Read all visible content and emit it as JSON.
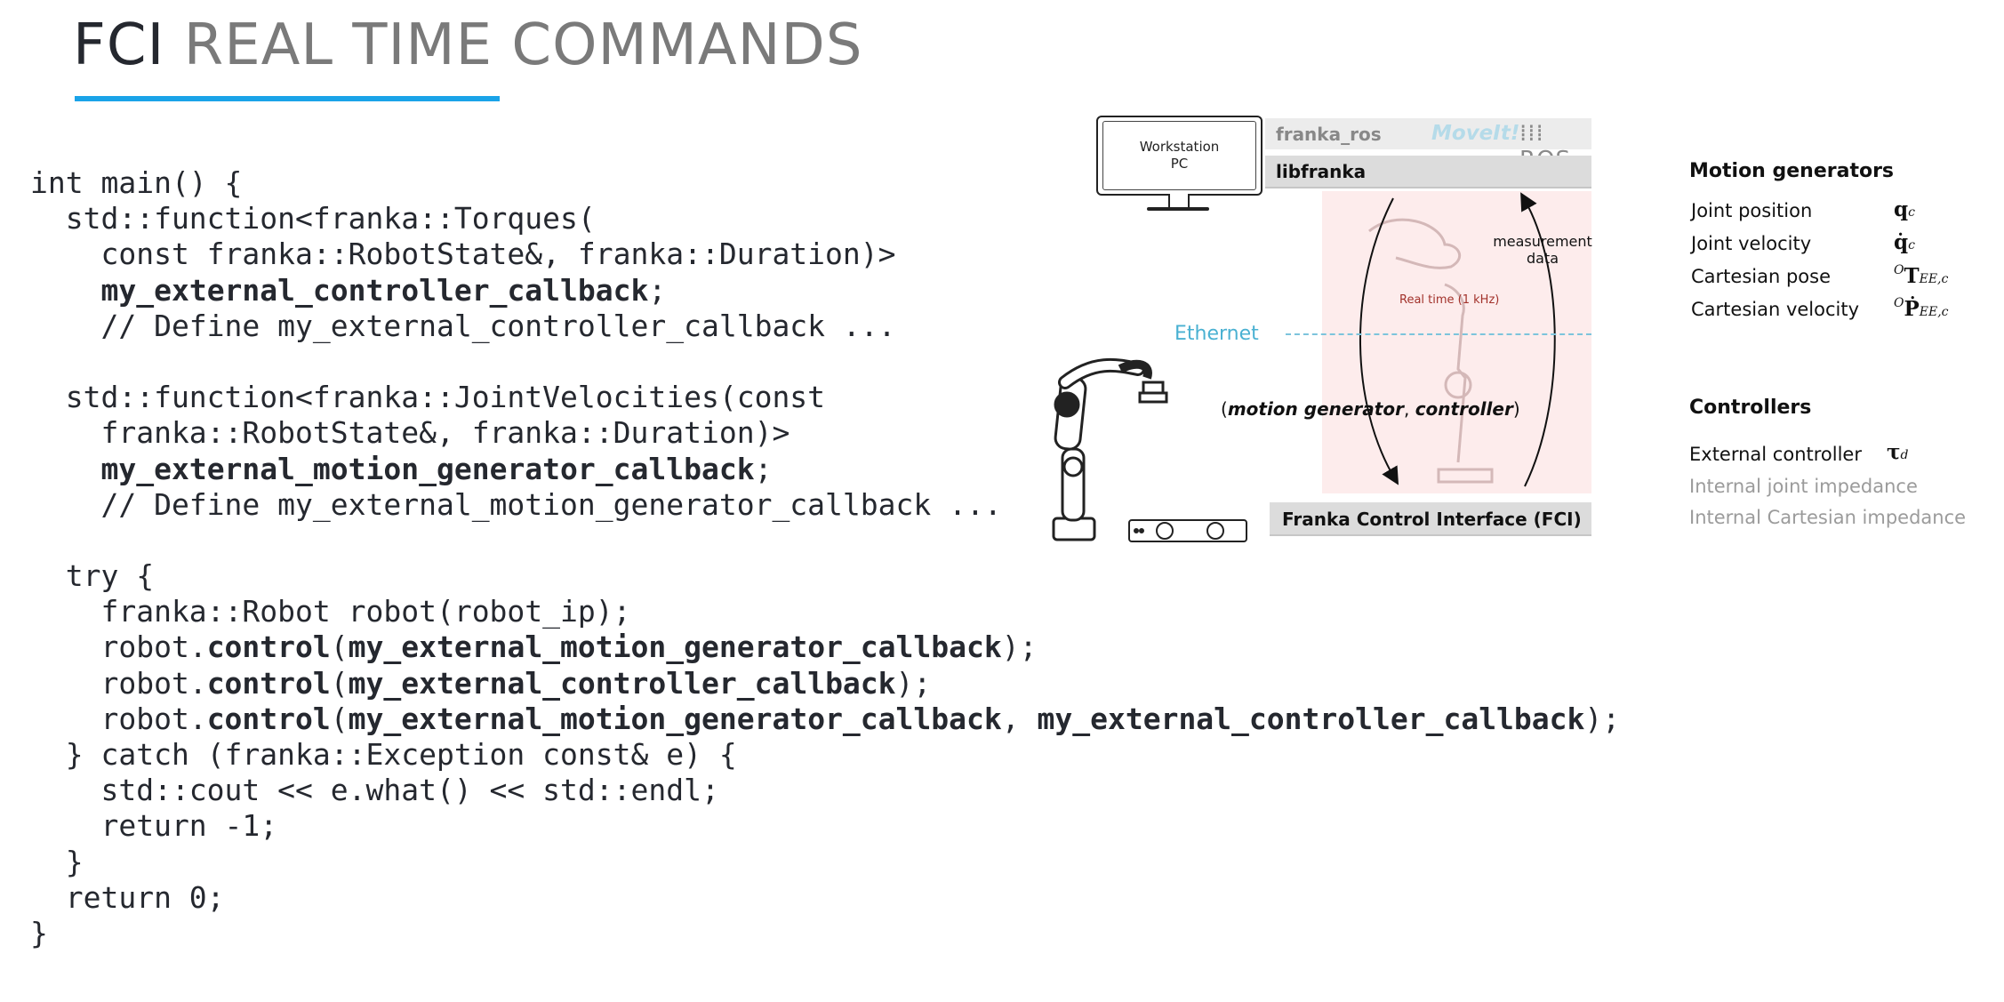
{
  "title": {
    "strong": "FCI",
    "rest": "REAL TIME COMMANDS"
  },
  "code": [
    [
      {
        "t": "int main() {"
      }
    ],
    [
      {
        "t": "  std::function<franka::Torques("
      }
    ],
    [
      {
        "t": "    const franka::RobotState&, franka::Duration)>"
      }
    ],
    [
      {
        "t": "    "
      },
      {
        "t": "my_external_controller_callback",
        "b": true
      },
      {
        "t": ";"
      }
    ],
    [
      {
        "t": "    // Define my_external_controller_callback ..."
      }
    ],
    [
      {
        "t": ""
      }
    ],
    [
      {
        "t": "  std::function<franka::JointVelocities(const"
      }
    ],
    [
      {
        "t": "    franka::RobotState&, franka::Duration)>"
      }
    ],
    [
      {
        "t": "    "
      },
      {
        "t": "my_external_motion_generator_callback",
        "b": true
      },
      {
        "t": ";"
      }
    ],
    [
      {
        "t": "    // Define my_external_motion_generator_callback ..."
      }
    ],
    [
      {
        "t": ""
      }
    ],
    [
      {
        "t": "  try {"
      }
    ],
    [
      {
        "t": "    franka::Robot robot(robot_ip);"
      }
    ],
    [
      {
        "t": "    robot."
      },
      {
        "t": "control",
        "b": true
      },
      {
        "t": "("
      },
      {
        "t": "my_external_motion_generator_callback",
        "b": true
      },
      {
        "t": ");"
      }
    ],
    [
      {
        "t": "    robot."
      },
      {
        "t": "control",
        "b": true
      },
      {
        "t": "("
      },
      {
        "t": "my_external_controller_callback",
        "b": true
      },
      {
        "t": ");"
      }
    ],
    [
      {
        "t": "    robot."
      },
      {
        "t": "control",
        "b": true
      },
      {
        "t": "("
      },
      {
        "t": "my_external_motion_generator_callback",
        "b": true
      },
      {
        "t": ", "
      },
      {
        "t": "my_external_controller_callback",
        "b": true
      },
      {
        "t": ");"
      }
    ],
    [
      {
        "t": "  } catch (franka::Exception const& e) {"
      }
    ],
    [
      {
        "t": "    std::cout << e.what() << std::endl;"
      }
    ],
    [
      {
        "t": "    return -1;"
      }
    ],
    [
      {
        "t": "  }"
      }
    ],
    [
      {
        "t": "  return 0;"
      }
    ],
    [
      {
        "t": "}"
      }
    ]
  ],
  "diagram": {
    "workstation": "Workstation\nPC",
    "franka_ros": "franka_ros",
    "moveit": "MoveIt!",
    "ros": "ROS",
    "libfranka": "libfranka",
    "realtime": "Real time (1 kHz)",
    "measurement": "measurement\ndata",
    "ethernet": "Ethernet",
    "mg_open": "(",
    "mg_a": "motion generator",
    "mg_sep": ", ",
    "mg_b": "controller",
    "mg_close": ")",
    "fci_prefix": "Franka Control Interface (",
    "fci_bold": "FCI",
    "fci_suffix": ")"
  },
  "panel": {
    "motion_title": "Motion generators",
    "motion_items": [
      "Joint position",
      "Joint velocity",
      "Cartesian pose",
      "Cartesian velocity"
    ],
    "motion_symbols": [
      "q",
      "q̇",
      "T",
      "Ṗ"
    ],
    "motion_subs": [
      "c",
      "c",
      "EE,c",
      "EE,c"
    ],
    "motion_sups": [
      "",
      "",
      "O",
      "O"
    ],
    "controllers_title": "Controllers",
    "external": "External controller",
    "external_symbol": "τ",
    "external_sub": "d",
    "internal_joint": "Internal joint impedance",
    "internal_cart": "Internal Cartesian impedance"
  },
  "colors": {
    "accent": "#1aa3e8",
    "ethernet": "#4ab1d2",
    "realtime": "#a2322b",
    "realtime_bg": "#fdecec"
  }
}
